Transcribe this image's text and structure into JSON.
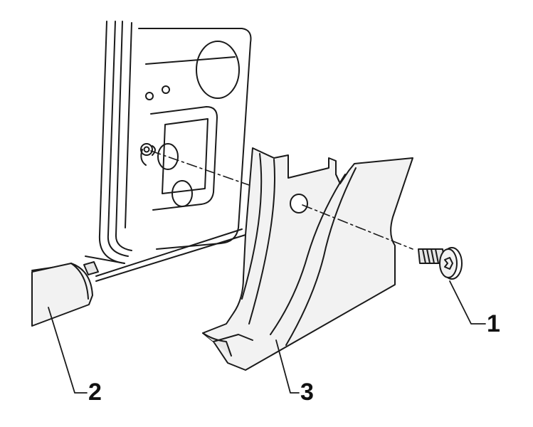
{
  "callouts": {
    "screw": "1",
    "sill_trim": "2",
    "pillar_trim": "3"
  },
  "colors": {
    "stroke": "#1a1a1a",
    "fill_panel": "#f2f2f2",
    "fill_shade": "#e6e6e6",
    "background": "#ffffff"
  }
}
